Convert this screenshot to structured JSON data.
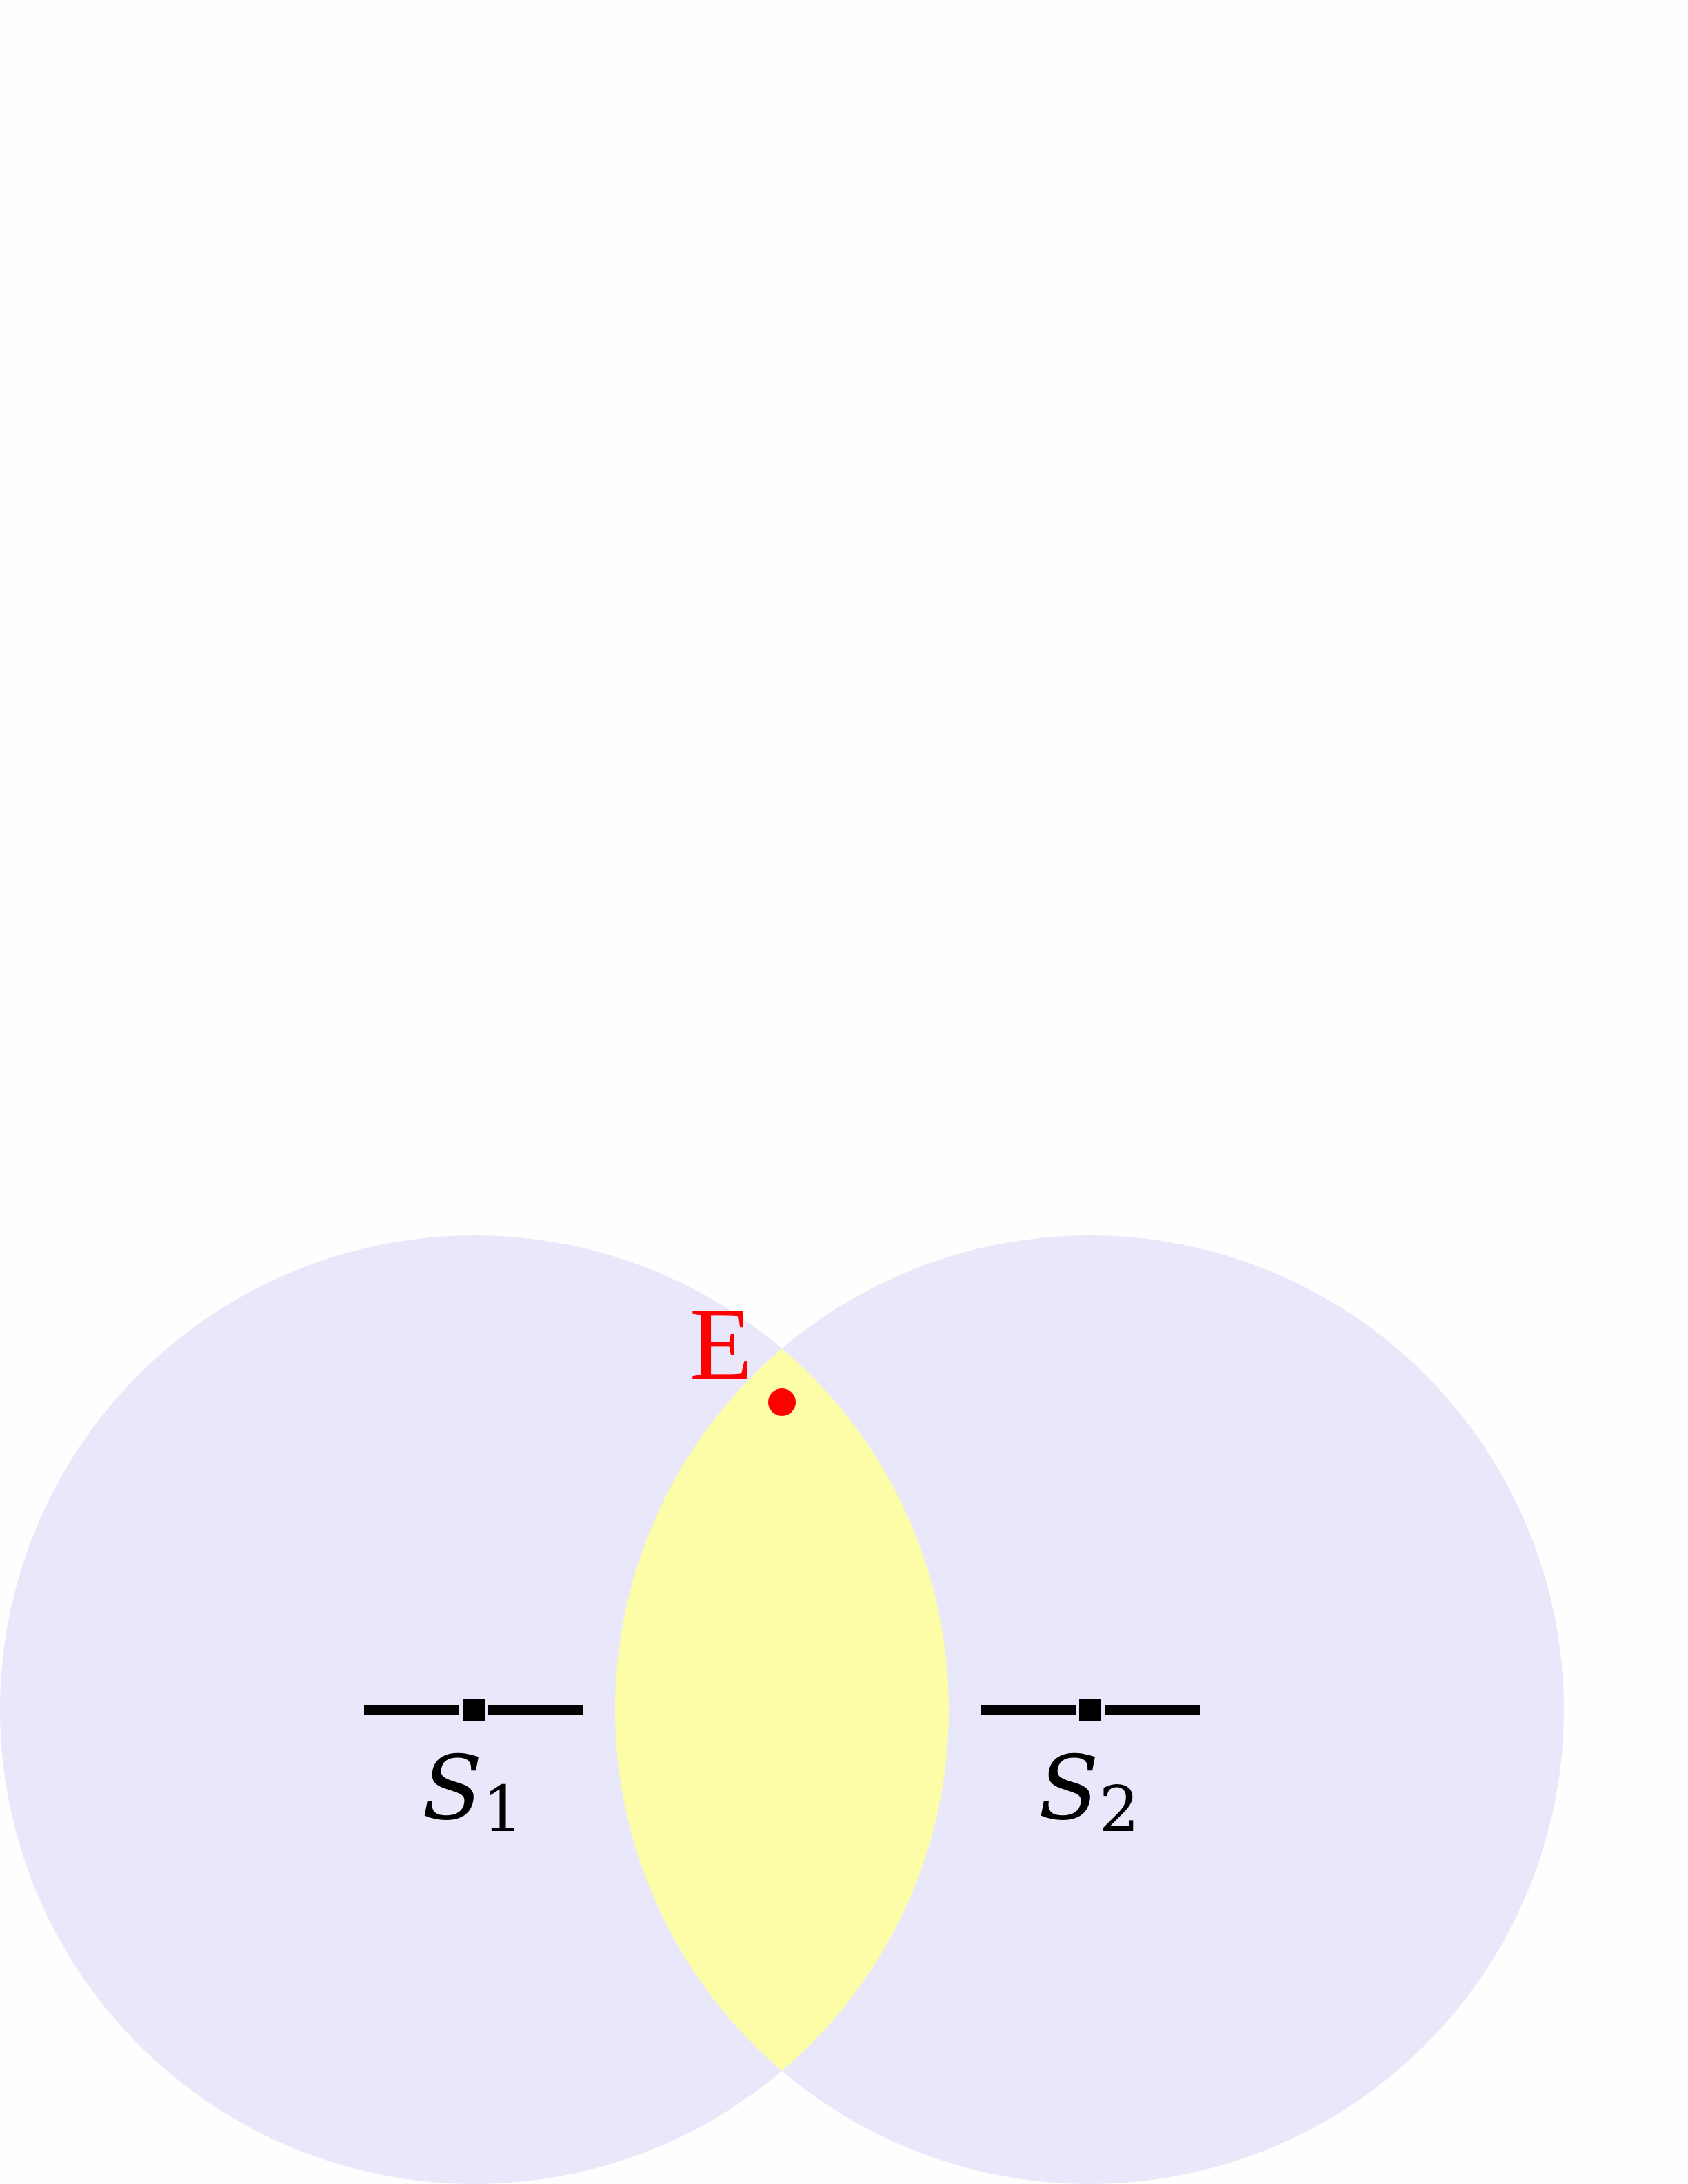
{
  "colors": {
    "background": "#fefefe",
    "circle_fill": "#e8e8fa",
    "overlap_fill": "#fdfda8",
    "sensor_stroke": "#000000",
    "point_color": "#ff0000",
    "label_color": "#000000"
  },
  "sensors": [
    {
      "symbol": "S",
      "subscript": "1"
    },
    {
      "symbol": "S",
      "subscript": "2"
    }
  ],
  "point": {
    "label": "E"
  }
}
